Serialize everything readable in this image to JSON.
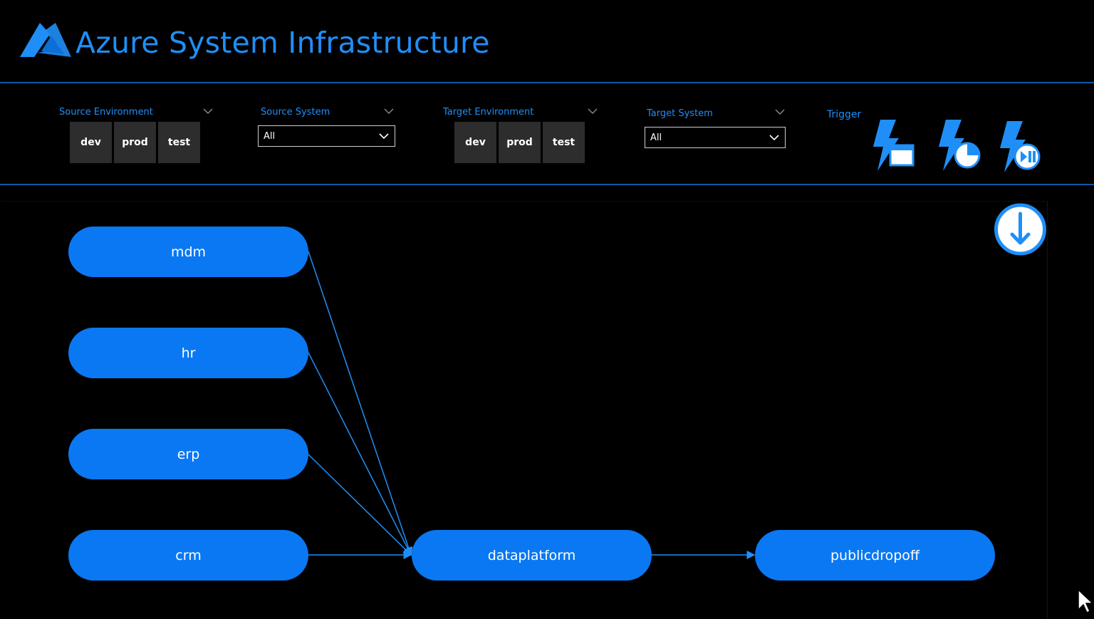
{
  "app": {
    "title": "Azure System Infrastructure",
    "logo_icon": "azure-logo-icon"
  },
  "colors": {
    "accent": "#1f8ff7",
    "node": "#0a78f2",
    "divider": "#0b5aa8",
    "pill": "#2d2d2d"
  },
  "filters": {
    "source_environment": {
      "label": "Source Environment",
      "options": [
        "dev",
        "prod",
        "test"
      ]
    },
    "source_system": {
      "label": "Source System",
      "value": "All"
    },
    "target_environment": {
      "label": "Target Environment",
      "options": [
        "dev",
        "prod",
        "test"
      ]
    },
    "target_system": {
      "label": "Target System",
      "value": "All"
    },
    "trigger": {
      "label": "Trigger",
      "icons": [
        "trigger-window-icon",
        "trigger-schedule-icon",
        "trigger-play-pause-icon"
      ]
    }
  },
  "diagram": {
    "nodes": {
      "mdm": "mdm",
      "hr": "hr",
      "erp": "erp",
      "crm": "crm",
      "dataplatform": "dataplatform",
      "publicdropoff": "publicdropoff"
    },
    "edges": [
      [
        "mdm",
        "dataplatform"
      ],
      [
        "hr",
        "dataplatform"
      ],
      [
        "erp",
        "dataplatform"
      ],
      [
        "crm",
        "dataplatform"
      ],
      [
        "dataplatform",
        "publicdropoff"
      ]
    ],
    "download_icon": "download-arrow-icon"
  }
}
